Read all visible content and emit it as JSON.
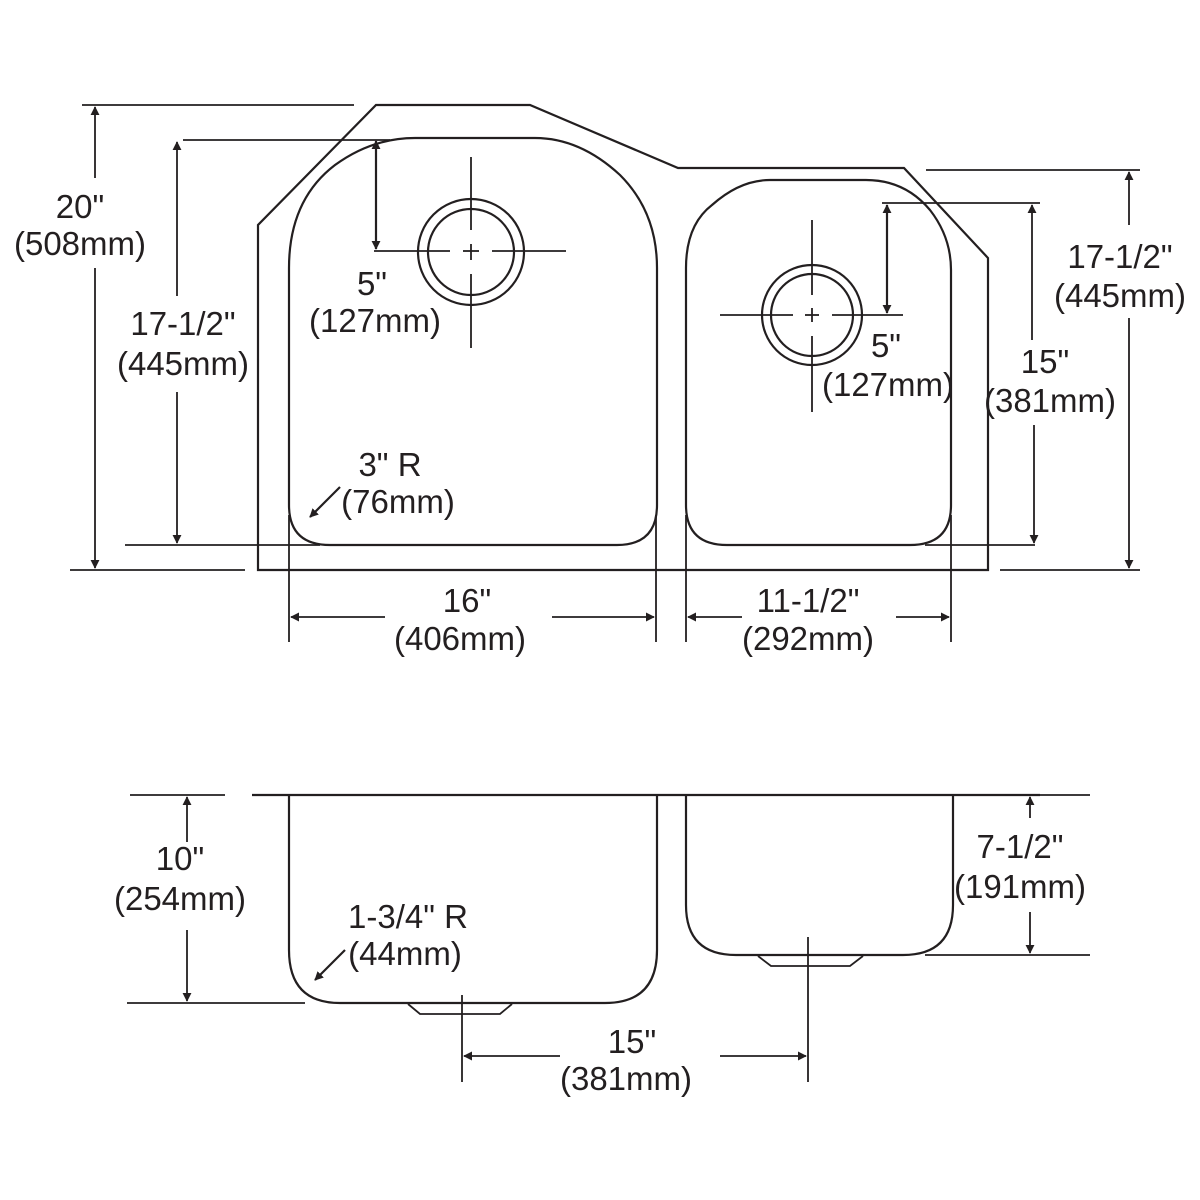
{
  "colors": {
    "line": "#231f20",
    "background": "#ffffff"
  },
  "top_view": {
    "overall_depth": {
      "imperial": "20\"",
      "metric": "(508mm)"
    },
    "left_bowl_depth": {
      "imperial": "17-1/2\"",
      "metric": "(445mm)"
    },
    "left_drain_offset": {
      "imperial": "5\"",
      "metric": "(127mm)"
    },
    "left_corner_radius": {
      "imperial": "3\" R",
      "metric": "(76mm)"
    },
    "left_bowl_width": {
      "imperial": "16\"",
      "metric": "(406mm)"
    },
    "right_bowl_width": {
      "imperial": "11-1/2\"",
      "metric": "(292mm)"
    },
    "right_drain_offset": {
      "imperial": "5\"",
      "metric": "(127mm)"
    },
    "right_bowl_depth": {
      "imperial": "15\"",
      "metric": "(381mm)"
    },
    "right_overall_depth": {
      "imperial": "17-1/2\"",
      "metric": "(445mm)"
    }
  },
  "side_view": {
    "left_bowl_height": {
      "imperial": "10\"",
      "metric": "(254mm)"
    },
    "left_bottom_radius": {
      "imperial": "1-3/4\" R",
      "metric": "(44mm)"
    },
    "drain_spacing": {
      "imperial": "15\"",
      "metric": "(381mm)"
    },
    "right_bowl_height": {
      "imperial": "7-1/2\"",
      "metric": "(191mm)"
    }
  }
}
